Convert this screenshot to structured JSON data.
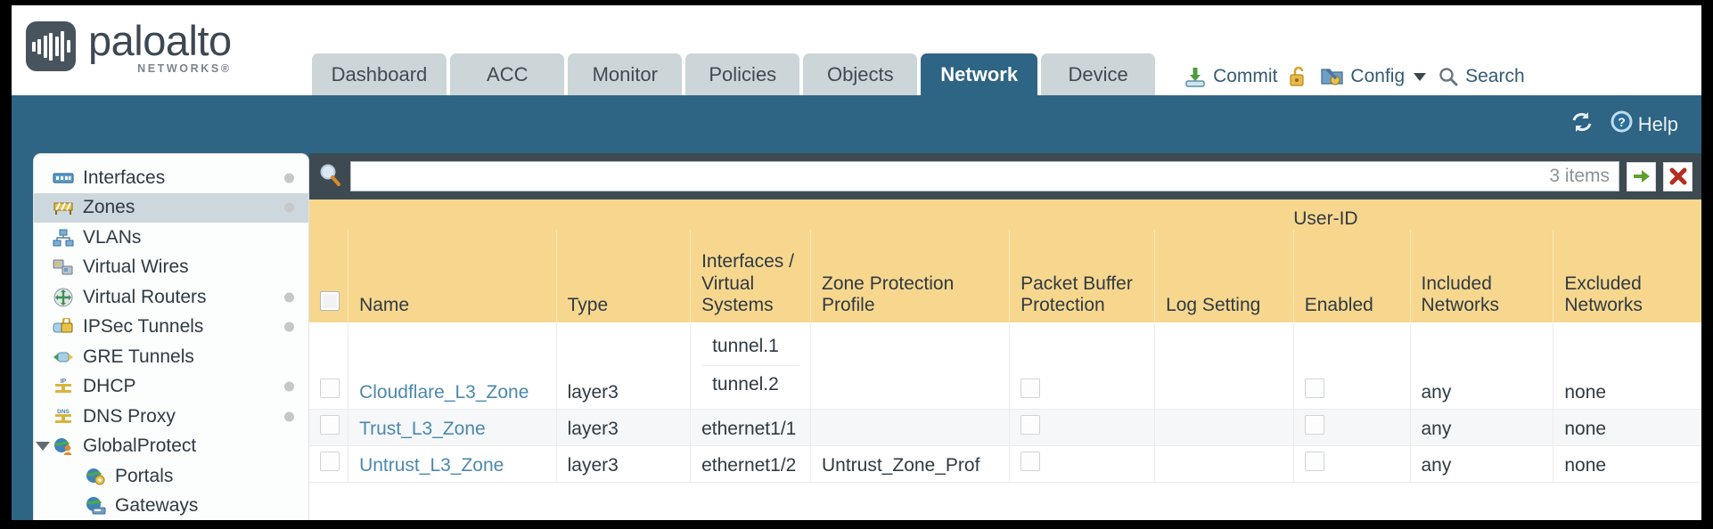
{
  "brand": {
    "name": "paloalto",
    "tagline": "NETWORKS®"
  },
  "nav_tabs": [
    {
      "label": "Dashboard",
      "active": false
    },
    {
      "label": "ACC",
      "active": false
    },
    {
      "label": "Monitor",
      "active": false
    },
    {
      "label": "Policies",
      "active": false
    },
    {
      "label": "Objects",
      "active": false
    },
    {
      "label": "Network",
      "active": true
    },
    {
      "label": "Device",
      "active": false
    }
  ],
  "toolbar": {
    "commit_label": "Commit",
    "config_label": "Config",
    "search_label": "Search",
    "lock_icon": "unlocked-padlock-icon"
  },
  "bluebar": {
    "refresh_icon": "refresh-icon",
    "help_label": "Help"
  },
  "sidebar": {
    "items": [
      {
        "label": "Interfaces",
        "icon": "interfaces-icon",
        "selected": false,
        "dot": true,
        "child": false,
        "toggle": false
      },
      {
        "label": "Zones",
        "icon": "zones-icon",
        "selected": true,
        "dot": true,
        "child": false,
        "toggle": false
      },
      {
        "label": "VLANs",
        "icon": "vlans-icon",
        "selected": false,
        "dot": false,
        "child": false,
        "toggle": false
      },
      {
        "label": "Virtual Wires",
        "icon": "virtual-wires-icon",
        "selected": false,
        "dot": false,
        "child": false,
        "toggle": false
      },
      {
        "label": "Virtual Routers",
        "icon": "virtual-routers-icon",
        "selected": false,
        "dot": true,
        "child": false,
        "toggle": false
      },
      {
        "label": "IPSec Tunnels",
        "icon": "ipsec-tunnels-icon",
        "selected": false,
        "dot": true,
        "child": false,
        "toggle": false
      },
      {
        "label": "GRE Tunnels",
        "icon": "gre-tunnels-icon",
        "selected": false,
        "dot": false,
        "child": false,
        "toggle": false
      },
      {
        "label": "DHCP",
        "icon": "dhcp-icon",
        "selected": false,
        "dot": true,
        "child": false,
        "toggle": false
      },
      {
        "label": "DNS Proxy",
        "icon": "dns-proxy-icon",
        "selected": false,
        "dot": true,
        "child": false,
        "toggle": false
      },
      {
        "label": "GlobalProtect",
        "icon": "globalprotect-icon",
        "selected": false,
        "dot": false,
        "child": false,
        "toggle": true
      },
      {
        "label": "Portals",
        "icon": "portals-icon",
        "selected": false,
        "dot": false,
        "child": true,
        "toggle": false
      },
      {
        "label": "Gateways",
        "icon": "gateways-icon",
        "selected": false,
        "dot": false,
        "child": true,
        "toggle": false
      }
    ]
  },
  "search": {
    "value": "",
    "placeholder": "",
    "item_count": "3 items",
    "apply_icon": "green-arrow-icon",
    "clear_icon": "red-x-icon",
    "magnifier_icon": "search-icon"
  },
  "table": {
    "group_header": "User-ID",
    "columns": [
      "Name",
      "Type",
      "Interfaces / Virtual Systems",
      "Zone Protection Profile",
      "Packet Buffer Protection",
      "Log Setting",
      "Enabled",
      "Included Networks",
      "Excluded Networks"
    ],
    "rows": [
      {
        "name": "Cloudflare_L3_Zone",
        "type": "layer3",
        "interfaces": [
          "tunnel.1",
          "tunnel.2"
        ],
        "zone_protection_profile": "",
        "packet_buffer_protection": false,
        "log_setting": "",
        "userid_enabled": false,
        "included_networks": "any",
        "excluded_networks": "none"
      },
      {
        "name": "Trust_L3_Zone",
        "type": "layer3",
        "interfaces": [
          "ethernet1/1"
        ],
        "zone_protection_profile": "",
        "packet_buffer_protection": false,
        "log_setting": "",
        "userid_enabled": false,
        "included_networks": "any",
        "excluded_networks": "none"
      },
      {
        "name": "Untrust_L3_Zone",
        "type": "layer3",
        "interfaces": [
          "ethernet1/2"
        ],
        "zone_protection_profile": "Untrust_Zone_Prof",
        "packet_buffer_protection": false,
        "log_setting": "",
        "userid_enabled": false,
        "included_networks": "any",
        "excluded_networks": "none"
      }
    ]
  },
  "colors": {
    "brand_blue": "#2e6484",
    "header_gold": "#f7d78e",
    "group_gold": "#dfa92f",
    "search_strip": "#3e4a52",
    "link_blue": "#4b89ab"
  }
}
